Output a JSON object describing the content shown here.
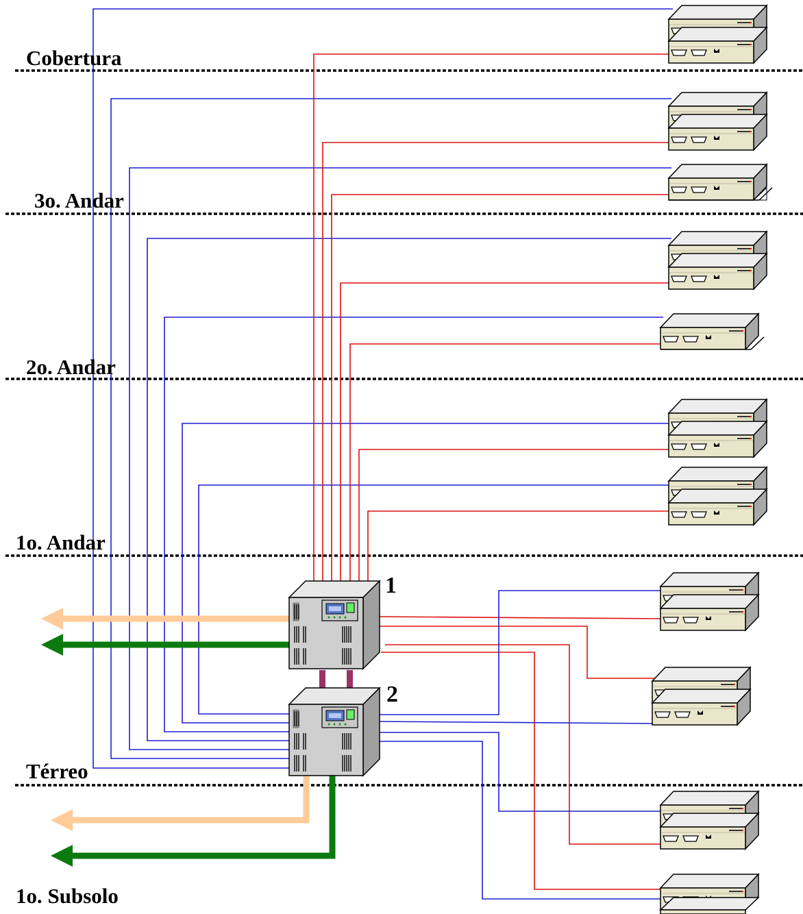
{
  "floors": [
    {
      "key": "cobertura",
      "label": "Cobertura"
    },
    {
      "key": "andar3",
      "label": "3o. Andar"
    },
    {
      "key": "andar2",
      "label": "2o. Andar"
    },
    {
      "key": "andar1",
      "label": "1o. Andar"
    },
    {
      "key": "terreo",
      "label": "Térreo"
    },
    {
      "key": "subsolo",
      "label": "1o. Subsolo"
    }
  ],
  "servers": [
    {
      "key": "server1",
      "label": "1",
      "icon": "server-tower-icon"
    },
    {
      "key": "server2",
      "label": "2",
      "icon": "server-tower-icon"
    }
  ],
  "colors": {
    "blue_link": "#1f1fd0",
    "red_link": "#e01010",
    "uplink_peach": "#ffcc99",
    "uplink_green": "#0d7a10",
    "interconnect": "#993366",
    "floor_line": "#000000"
  },
  "icons": {
    "switch": "network-switch-icon",
    "server": "server-tower-icon",
    "arrow": "arrow-left-icon"
  }
}
